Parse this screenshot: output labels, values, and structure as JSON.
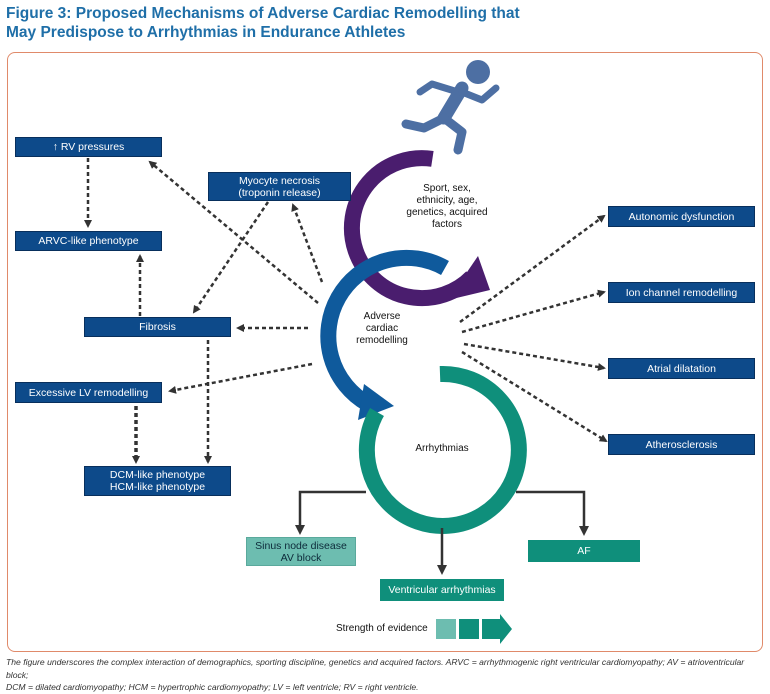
{
  "figure": {
    "title_line1": "Figure 3: Proposed Mechanisms of Adverse Cardiac Remodelling that",
    "title_line2": "May Predispose to Arrhythmias in Endurance Athletes",
    "caption_line1": "The figure underscores the complex interaction of demographics, sporting discipline, genetics and acquired factors. ARVC = arrhythmogenic right ventricular cardiomyopathy; AV = atrioventricular block;",
    "caption_line2": "DCM = dilated cardiomyopathy; HCM = hypertrophic cardiomyopathy; LV = left ventricle; RV = right ventricle."
  },
  "nodes": {
    "rv_pressures": "↑ RV pressures",
    "arvc_like": "ARVC-like phenotype",
    "myocyte_line1": "Myocyte necrosis",
    "myocyte_line2": "(troponin release)",
    "fibrosis": "Fibrosis",
    "excessive_lv": "Excessive LV remodelling",
    "dcm_like": "DCM-like phenotype",
    "hcm_like": "HCM-like phenotype",
    "autonomic": "Autonomic dysfunction",
    "ion_channel": "Ion channel remodelling",
    "atrial_dilatation": "Atrial dilatation",
    "atherosclerosis": "Atherosclerosis",
    "sinus_node_line1": "Sinus node disease",
    "sinus_node_line2": "AV block",
    "af": "AF",
    "ventricular": "Ventricular arrhythmias"
  },
  "circles": {
    "sport_line1": "Sport, sex,",
    "sport_line2": "ethnicity, age,",
    "sport_line3": "genetics, acquired",
    "sport_line4": "factors",
    "adverse_line1": "Adverse",
    "adverse_line2": "cardiac",
    "adverse_line3": "remodelling",
    "arrhythmias": "Arrhythmias"
  },
  "legend": {
    "label": "Strength of evidence"
  },
  "colors": {
    "navy": "#0d4a8a",
    "purple": "#4a1d6e",
    "blue_ring": "#0f5a9c",
    "teal": "#0f8f7b",
    "light_teal": "#6dbdb0",
    "runner": "#4d6fa3",
    "title": "#1f6fa8"
  }
}
